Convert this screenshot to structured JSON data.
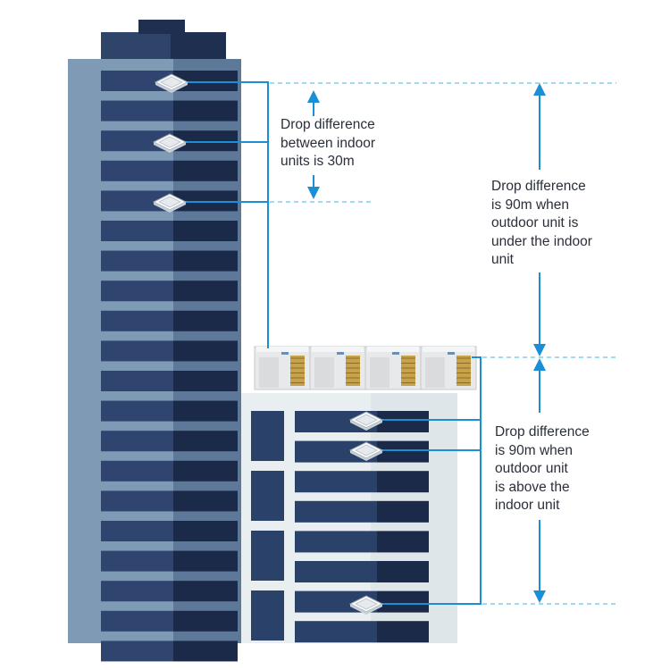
{
  "diagram": {
    "labels": {
      "indoor_difference": "Drop difference\nbetween indoor\nunits is 30m",
      "outdoor_under": "Drop difference\nis 90m when\noutdoor unit is\nunder the indoor\nunit",
      "outdoor_above": "Drop difference\nis 90m when\noutdoor unit\nis above the\nindoor unit"
    },
    "colors": {
      "pipe": "#1a8fd6",
      "arrow": "#1a8fd6",
      "dashed_line": "#6cc0ec",
      "tower_light": "#7f9ab5",
      "tower_dark": "#3d5575",
      "window_left": "#2f4570",
      "window_right": "#1b2a48",
      "low_building": "#e9eef0",
      "low_window": "#2a416a",
      "outdoor_unit": "#e8e9ea",
      "coil": "#c8a24a"
    },
    "icons": [
      "cassette-indoor-unit-icon",
      "outdoor-unit-icon",
      "double-arrow-icon"
    ]
  }
}
